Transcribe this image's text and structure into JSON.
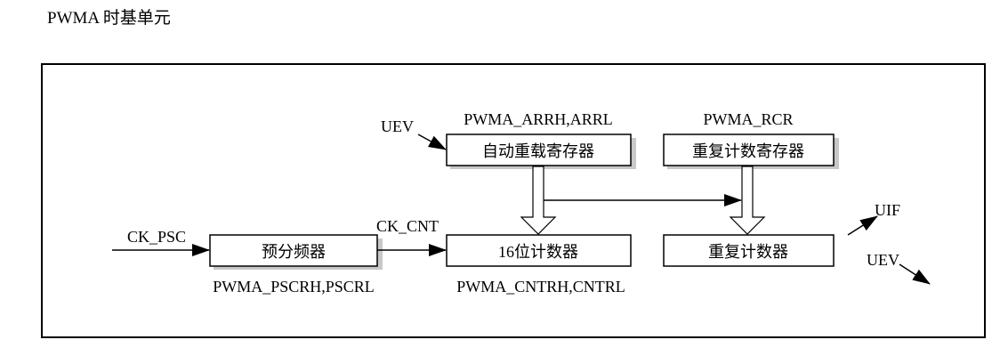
{
  "title": "PWMA 时基单元",
  "diagram": {
    "blocks": {
      "prescaler": {
        "label": "预分频器",
        "register": "PWMA_PSCRH,PSCRL"
      },
      "auto_reload": {
        "label": "自动重载寄存器",
        "register": "PWMA_ARRH,ARRL"
      },
      "counter": {
        "label": "16位计数器",
        "register": "PWMA_CNTRH,CNTRL"
      },
      "repetition_register": {
        "label": "重复计数寄存器",
        "register": "PWMA_RCR"
      },
      "repetition_counter": {
        "label": "重复计数器"
      }
    },
    "signals": {
      "ck_psc": "CK_PSC",
      "ck_cnt": "CK_CNT",
      "uev_in": "UEV",
      "uif_out": "UIF",
      "uev_out": "UEV"
    }
  }
}
